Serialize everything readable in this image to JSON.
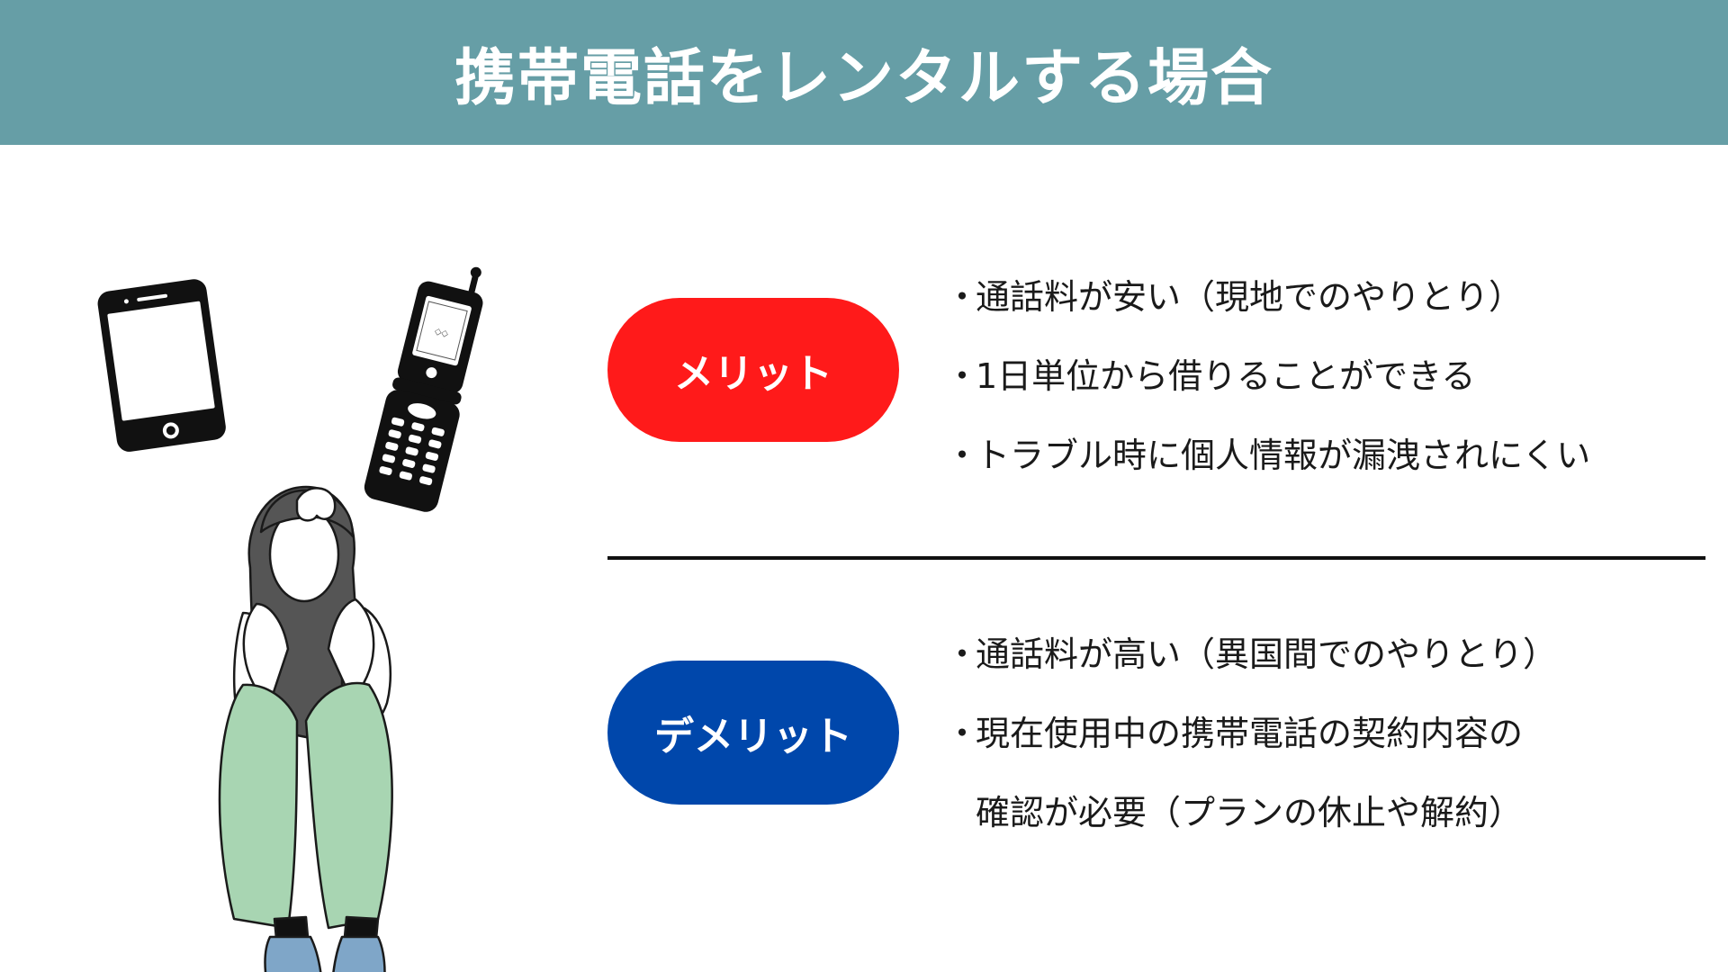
{
  "header": {
    "title": "携帯電話をレンタルする場合",
    "bg_color": "#669ea6"
  },
  "merit": {
    "label": "メリット",
    "color": "#ff1a1a",
    "bullet": "・",
    "items": [
      "通話料が安い（現地でのやりとり）",
      "1日単位から借りることができる",
      "トラブル時に個人情報が漏洩されにくい"
    ]
  },
  "demerit": {
    "label": "デメリット",
    "color": "#0047ab",
    "bullet": "・",
    "items": [
      "通話料が高い（異国間でのやりとり）",
      "現在使用中の携帯電話の契約内容の",
      "確認が必要（プランの休止や解約）"
    ]
  },
  "illustration": {
    "icons": [
      "smartphone-icon",
      "flip-phone-icon",
      "worried-person-illustration"
    ]
  }
}
